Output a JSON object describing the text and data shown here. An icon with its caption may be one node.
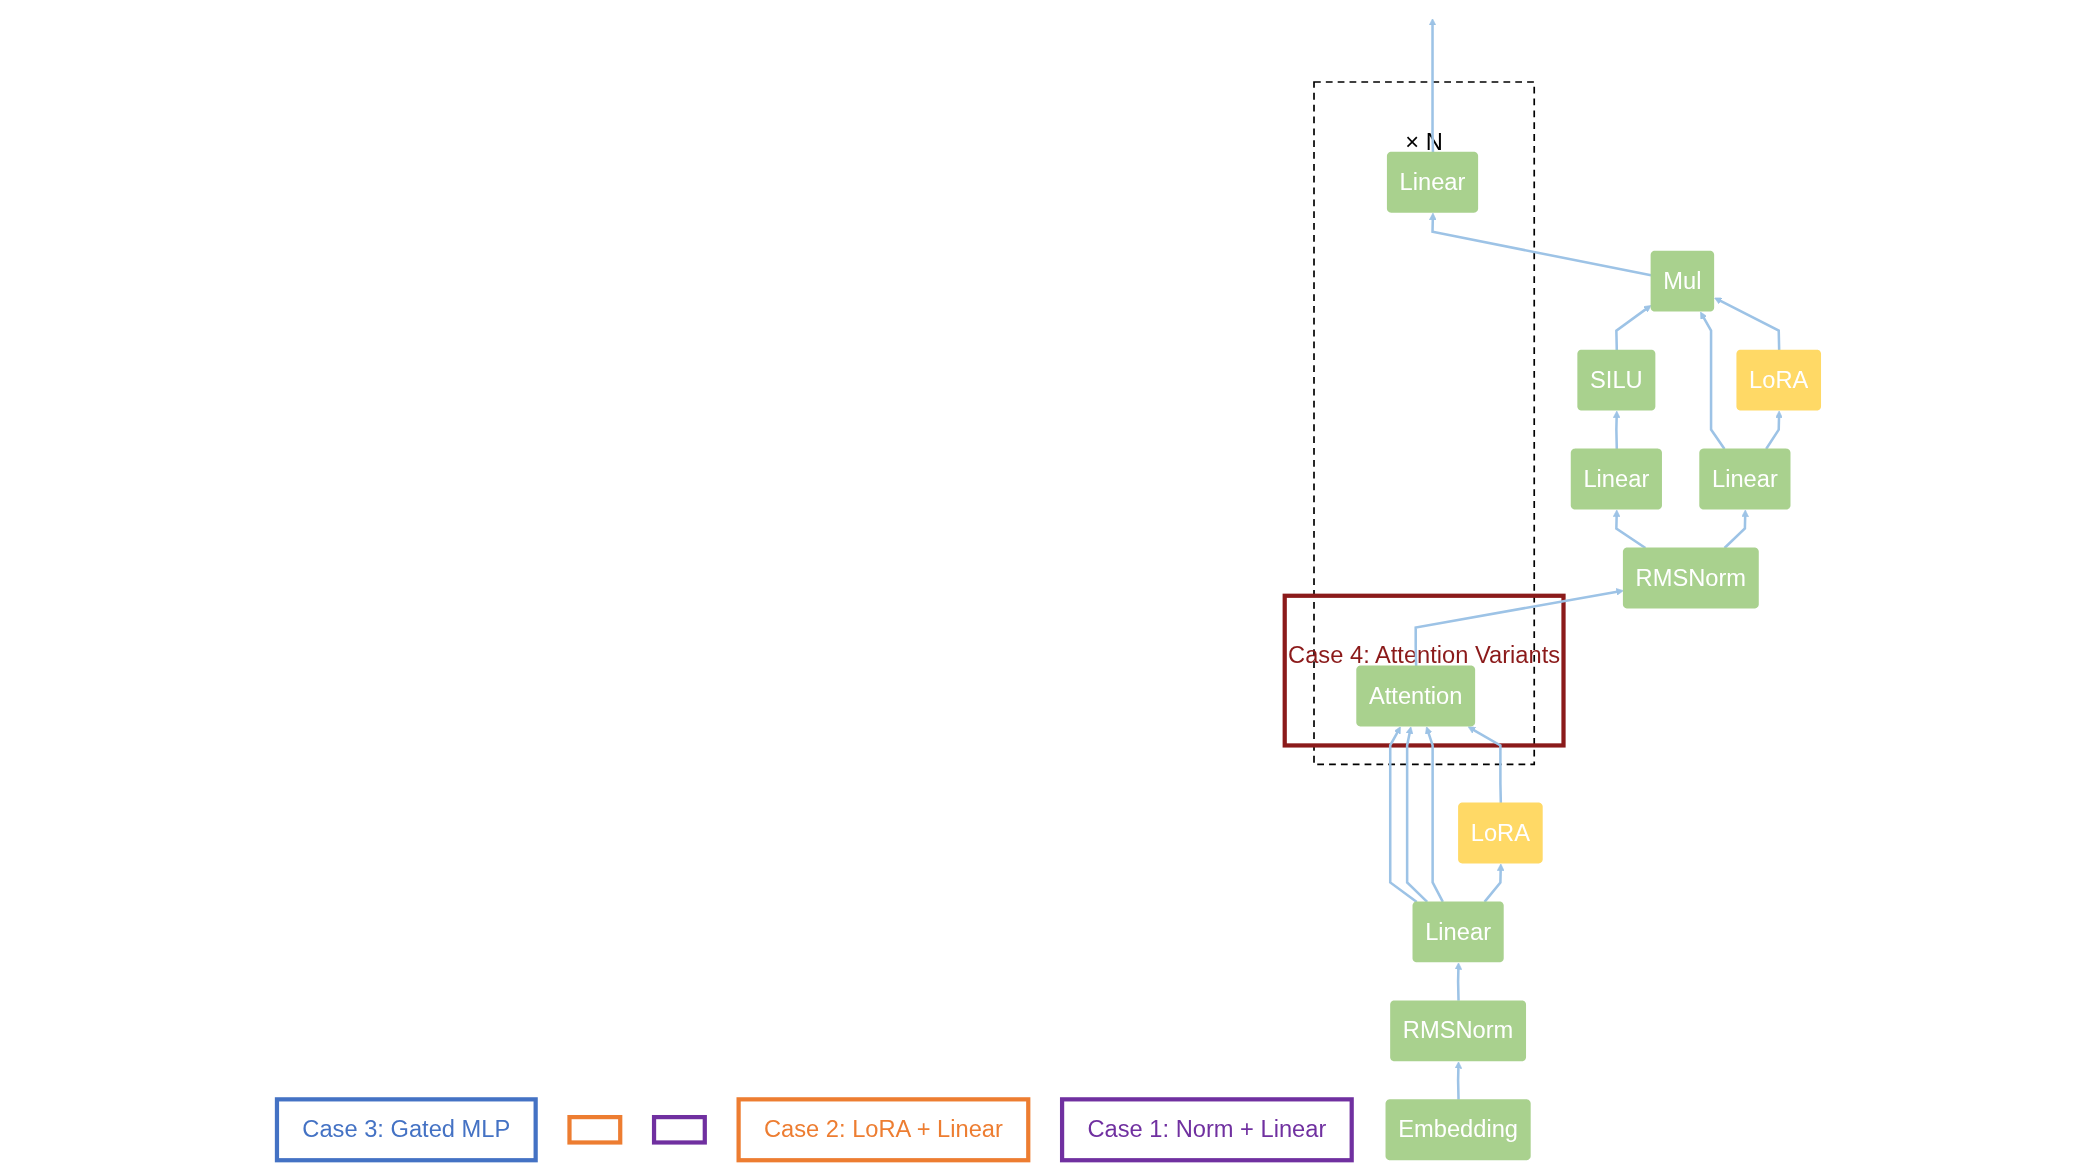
{
  "diagram": {
    "nodes": [
      {
        "text": [
          "× N"
        ]
      },
      {
        "text": [
          "Linear"
        ],
        "in": 0
      },
      {
        "text": [
          "Case 3: Gated MLP"
        ]
      },
      {
        "text": [
          "Mul"
        ]
      },
      {
        "text": [
          "SILU"
        ]
      },
      {
        "text": [],
        "shape": "box"
      },
      {
        "text": [],
        "shape": "box"
      },
      {
        "text": [
          "Linear"
        ]
      },
      {
        "text": [
          "Linear"
        ]
      },
      {
        "text": [
          "LoRA"
        ]
      },
      {
        "text": [
          "RMSNorm"
        ]
      },
      {
        "text": [
          "Case 4: Attention Variants"
        ],
        "in": 0
      },
      {
        "text": [
          "Attention"
        ],
        "in": 11
      },
      {
        "text": [
          "Case 2: LoRA + Linear"
        ]
      },
      {
        "text": [
          "Case 1: Norm + Linear"
        ]
      },
      {
        "text": [
          "Linear"
        ]
      },
      {
        "text": [
          "LoRA"
        ]
      },
      {
        "text": [
          "RMSNorm"
        ]
      },
      {
        "text": [
          "Embedding"
        ]
      }
    ],
    "edges": [
      {
        "from": 1,
        "to": null,
        "arrow": "to"
      },
      {
        "from": 3,
        "to": 1,
        "arrow": "to"
      },
      {
        "from": 4,
        "to": 3,
        "arrow": "to"
      },
      {
        "from": 8,
        "to": 3,
        "arrow": "to"
      },
      {
        "from": 9,
        "to": 3,
        "arrow": "to"
      },
      {
        "from": 7,
        "to": 4,
        "arrow": "to"
      },
      {
        "from": 10,
        "to": 7,
        "arrow": "to"
      },
      {
        "from": 10,
        "to": 8,
        "arrow": "to"
      },
      {
        "from": 8,
        "to": 9,
        "arrow": "to"
      },
      {
        "from": 12,
        "to": 10,
        "arrow": "to"
      },
      {
        "from": 15,
        "to": 12,
        "arrow": "to"
      },
      {
        "from": 15,
        "to": 12,
        "arrow": "to"
      },
      {
        "from": 15,
        "to": 12,
        "arrow": "to"
      },
      {
        "from": 16,
        "to": 12,
        "arrow": "to"
      },
      {
        "from": 15,
        "to": 16,
        "arrow": "to"
      },
      {
        "from": 17,
        "to": 15,
        "arrow": "to"
      },
      {
        "from": 18,
        "to": 17,
        "arrow": "to"
      }
    ]
  }
}
